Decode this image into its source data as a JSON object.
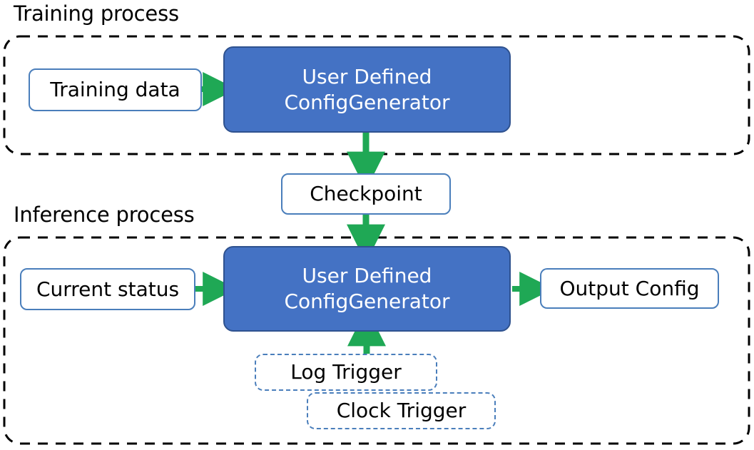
{
  "diagram": {
    "title_training": "Training process",
    "title_inference": "Inference process",
    "colors": {
      "accent_blue": "#4472C4",
      "blue_border": "#2F528F",
      "plain_border": "#4A7EBB",
      "arrow_green": "#1FA855",
      "container_dash": "#000000",
      "background": "#ffffff",
      "text_dark": "#000000",
      "text_light": "#ffffff"
    },
    "groups": [
      {
        "name": "training-process",
        "label": "Training process",
        "border_style": "dashed"
      },
      {
        "name": "inference-process",
        "label": "Inference process",
        "border_style": "dashed"
      }
    ],
    "nodes": {
      "training_data": "Training data",
      "generator_training_line1": "User Defined",
      "generator_training_line2": "ConfigGenerator",
      "checkpoint": "Checkpoint",
      "current_status": "Current status",
      "generator_inference_line1": "User Defined",
      "generator_inference_line2": "ConfigGenerator",
      "output_config": "Output Config",
      "log_trigger": "Log Trigger",
      "clock_trigger": "Clock Trigger"
    },
    "edges": [
      {
        "from": "Training data",
        "to": "User Defined ConfigGenerator",
        "direction": "right"
      },
      {
        "from": "User Defined ConfigGenerator",
        "to": "Checkpoint",
        "direction": "down"
      },
      {
        "from": "Checkpoint",
        "to": "User Defined ConfigGenerator",
        "direction": "down"
      },
      {
        "from": "Current status",
        "to": "User Defined ConfigGenerator",
        "direction": "right"
      },
      {
        "from": "User Defined ConfigGenerator",
        "to": "Output Config",
        "direction": "right"
      },
      {
        "from": "Log Trigger",
        "to": "User Defined ConfigGenerator",
        "direction": "up"
      }
    ]
  }
}
